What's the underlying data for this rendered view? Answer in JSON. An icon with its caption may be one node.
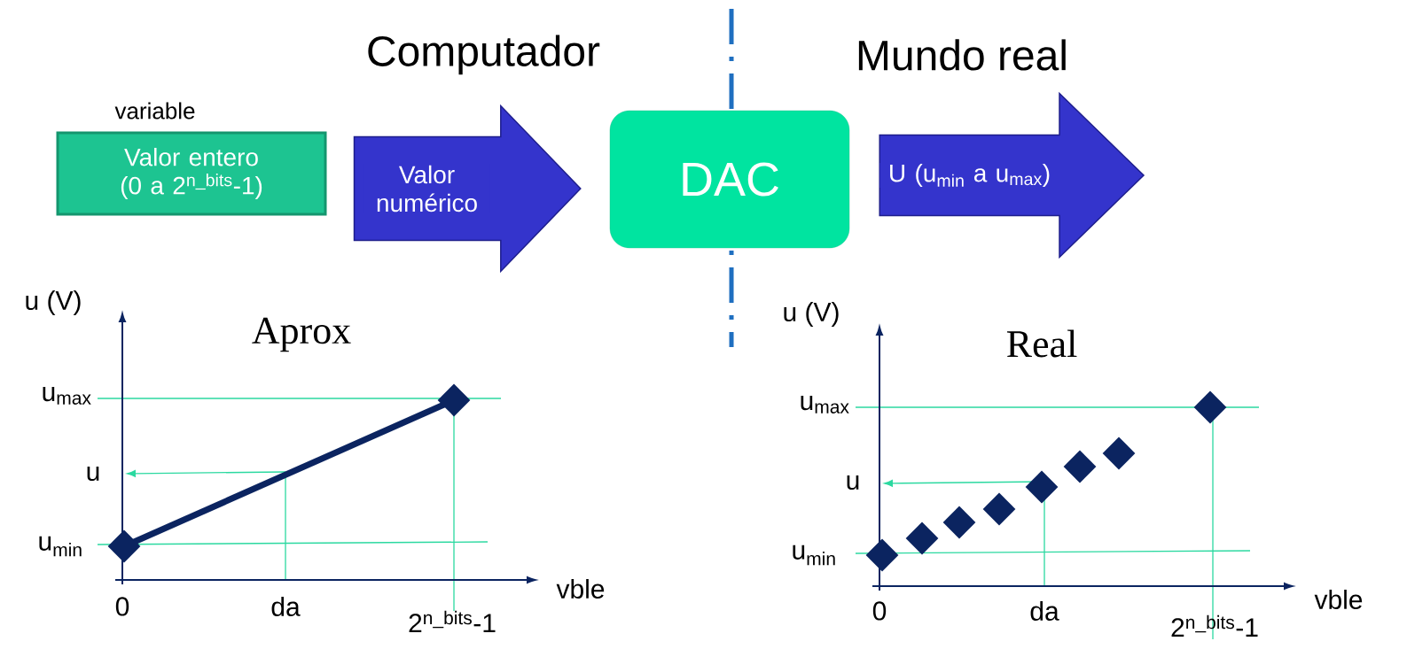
{
  "diagram": {
    "nodes": [
      {
        "text": [
          "Valor entero (0 a 2$^{n_bits}$-1)"
        ],
        "beside": [
          "variable"
        ]
      },
      {
        "text": [
          "DAC"
        ]
      }
    ],
    "edges": [
      {
        "from": 0,
        "to": 1,
        "arrow": "to",
        "label": "Valor numérico"
      },
      {
        "from": 1,
        "to": null,
        "arrow": "to",
        "label": "U (u$_{min}$ a u$_{max}$)"
      }
    ],
    "labels": [
      "Computador",
      "Mundo real",
      "u (V)",
      "Aprox",
      "u$_{max}$",
      "u",
      "u$_{min}$",
      "0",
      "da",
      "2$^{n_bits}$-1",
      "vble",
      "u (V)",
      "Real",
      "u$_{max}$",
      "u",
      "u$_{min}$",
      "0",
      "da",
      "2$^{n_bits}$-1",
      "vble"
    ]
  }
}
